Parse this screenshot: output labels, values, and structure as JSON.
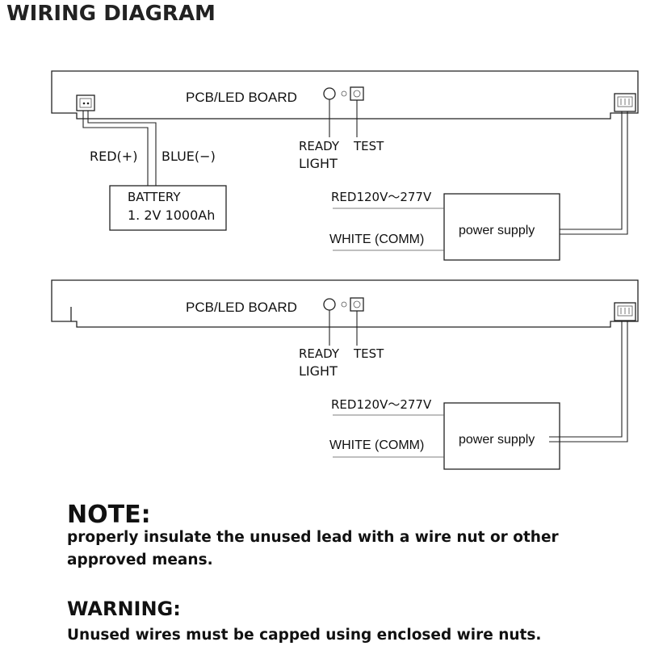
{
  "title": "WIRING DIAGRAM",
  "diagram1": {
    "board_label": "PCB/LED BOARD",
    "ready_label": "READY",
    "light_label": "LIGHT",
    "test_label": "TEST",
    "red_label": "RED(+)",
    "blue_label": "BLUE(−)",
    "battery_title": "BATTERY",
    "battery_spec": "1. 2V  1000Ah",
    "line_label": "RED120V～277V",
    "neutral_label": "WHITE (COMM)",
    "psu_label": "power supply"
  },
  "diagram2": {
    "board_label": "PCB/LED BOARD",
    "ready_label": "READY",
    "light_label": "LIGHT",
    "test_label": "TEST",
    "line_label": "RED120V～277V",
    "neutral_label": "WHITE (COMM)",
    "psu_label": "power supply"
  },
  "note": {
    "heading": "NOTE:",
    "line1": "properly insulate the unused lead with a wire nut or other",
    "line2": "approved means."
  },
  "warning": {
    "heading": "WARNING:",
    "text": "Unused wires must be capped using enclosed wire nuts."
  }
}
